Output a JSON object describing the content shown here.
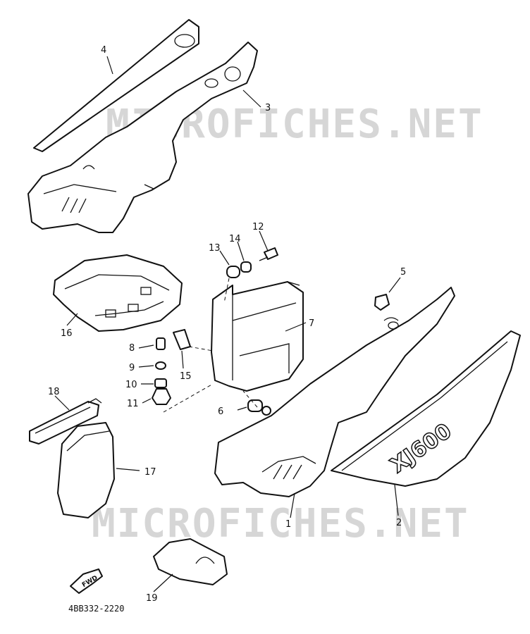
{
  "watermark": {
    "text": "MICROFICHES.NET"
  },
  "diagram_code": "4BB332-2220",
  "fwd_label": "FWD",
  "decal_text": "XJ600",
  "colors": {
    "line": "#111111",
    "watermark": "#d6d6d6",
    "background": "#ffffff"
  },
  "callouts": {
    "n1": "1",
    "n2": "2",
    "n3": "3",
    "n4": "4",
    "n5": "5",
    "n6": "6",
    "n7": "7",
    "n8": "8",
    "n9": "9",
    "n10": "10",
    "n11": "11",
    "n12": "12",
    "n13": "13",
    "n14": "14",
    "n15": "15",
    "n16": "16",
    "n17": "17",
    "n18": "18",
    "n19": "19"
  }
}
